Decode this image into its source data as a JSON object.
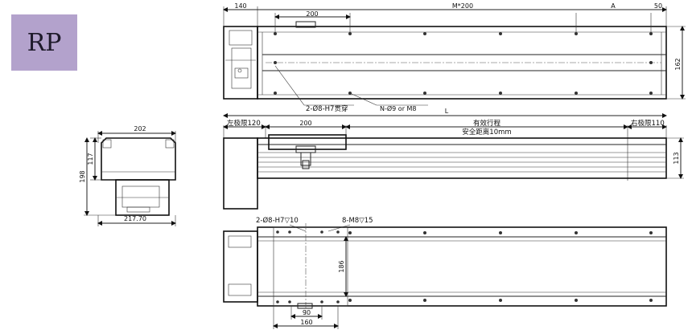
{
  "badge": {
    "text": "RP"
  },
  "dims": {
    "top_140": "140",
    "top_200": "200",
    "top_m200": "M*200",
    "top_a": "A",
    "top_50": "50",
    "right_162": "162",
    "callout_hole": "2-Ø8-H7贯穿",
    "callout_n": "N-Ø9 or M8",
    "length_l": "L",
    "left_limit": "左极限120",
    "mid_200": "200",
    "stroke": "有效行程",
    "safety": "安全距离10mm",
    "right_limit": "右极限110",
    "right_113": "113",
    "side_202": "202",
    "side_117": "117",
    "side_198": "198",
    "side_217": "217.70",
    "bottom_holes_a": "2-Ø8-H7▽10",
    "bottom_holes_b": "8-M8▽15",
    "bottom_186": "186",
    "bottom_90": "90",
    "bottom_160": "160"
  }
}
